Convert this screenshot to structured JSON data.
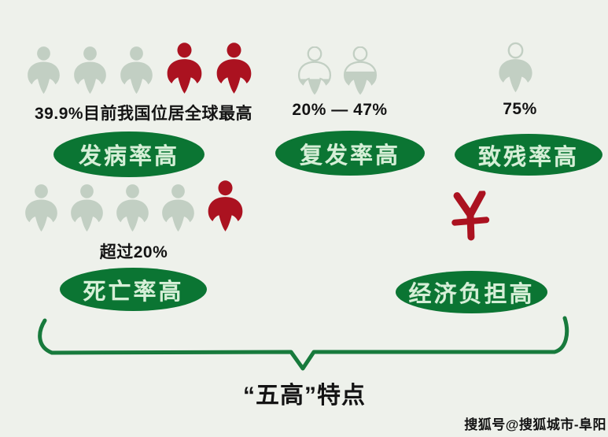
{
  "title": "“五高”特点",
  "watermark": "搜狐号@搜狐城市-阜阳",
  "colors": {
    "background": "#eef1eb",
    "ellipse_green": "#0b7533",
    "ellipse_text": "#d6efd7",
    "person_gray": "#c2cfc3",
    "person_red": "#ab1220",
    "brace_green": "#177a3c",
    "text_black": "#141414"
  },
  "sections": [
    {
      "id": "incidence",
      "stat": "39.9%目前我国位居全球最高",
      "label": "发病率高",
      "icon": "person-icon",
      "icons": [
        "gray-solid",
        "gray-solid",
        "gray-solid",
        "red-solid",
        "red-solid"
      ]
    },
    {
      "id": "recurrence",
      "stat": "20% — 47%",
      "label": "复发率高",
      "icon": "person-icon",
      "icons": [
        "outline-fill-low",
        "outline-fill-mid"
      ]
    },
    {
      "id": "disability",
      "stat": "75%",
      "label": "致残率高",
      "icon": "person-icon",
      "icons": [
        "outline-head-solid-body"
      ]
    },
    {
      "id": "mortality",
      "stat": "超过20%",
      "label": "死亡率高",
      "icon": "person-icon",
      "icons": [
        "gray-solid",
        "gray-solid",
        "gray-solid",
        "gray-solid",
        "red-solid"
      ]
    },
    {
      "id": "economic",
      "stat": "¥",
      "label": "经济负担高",
      "icon": "yuan-icon",
      "icons": []
    }
  ]
}
